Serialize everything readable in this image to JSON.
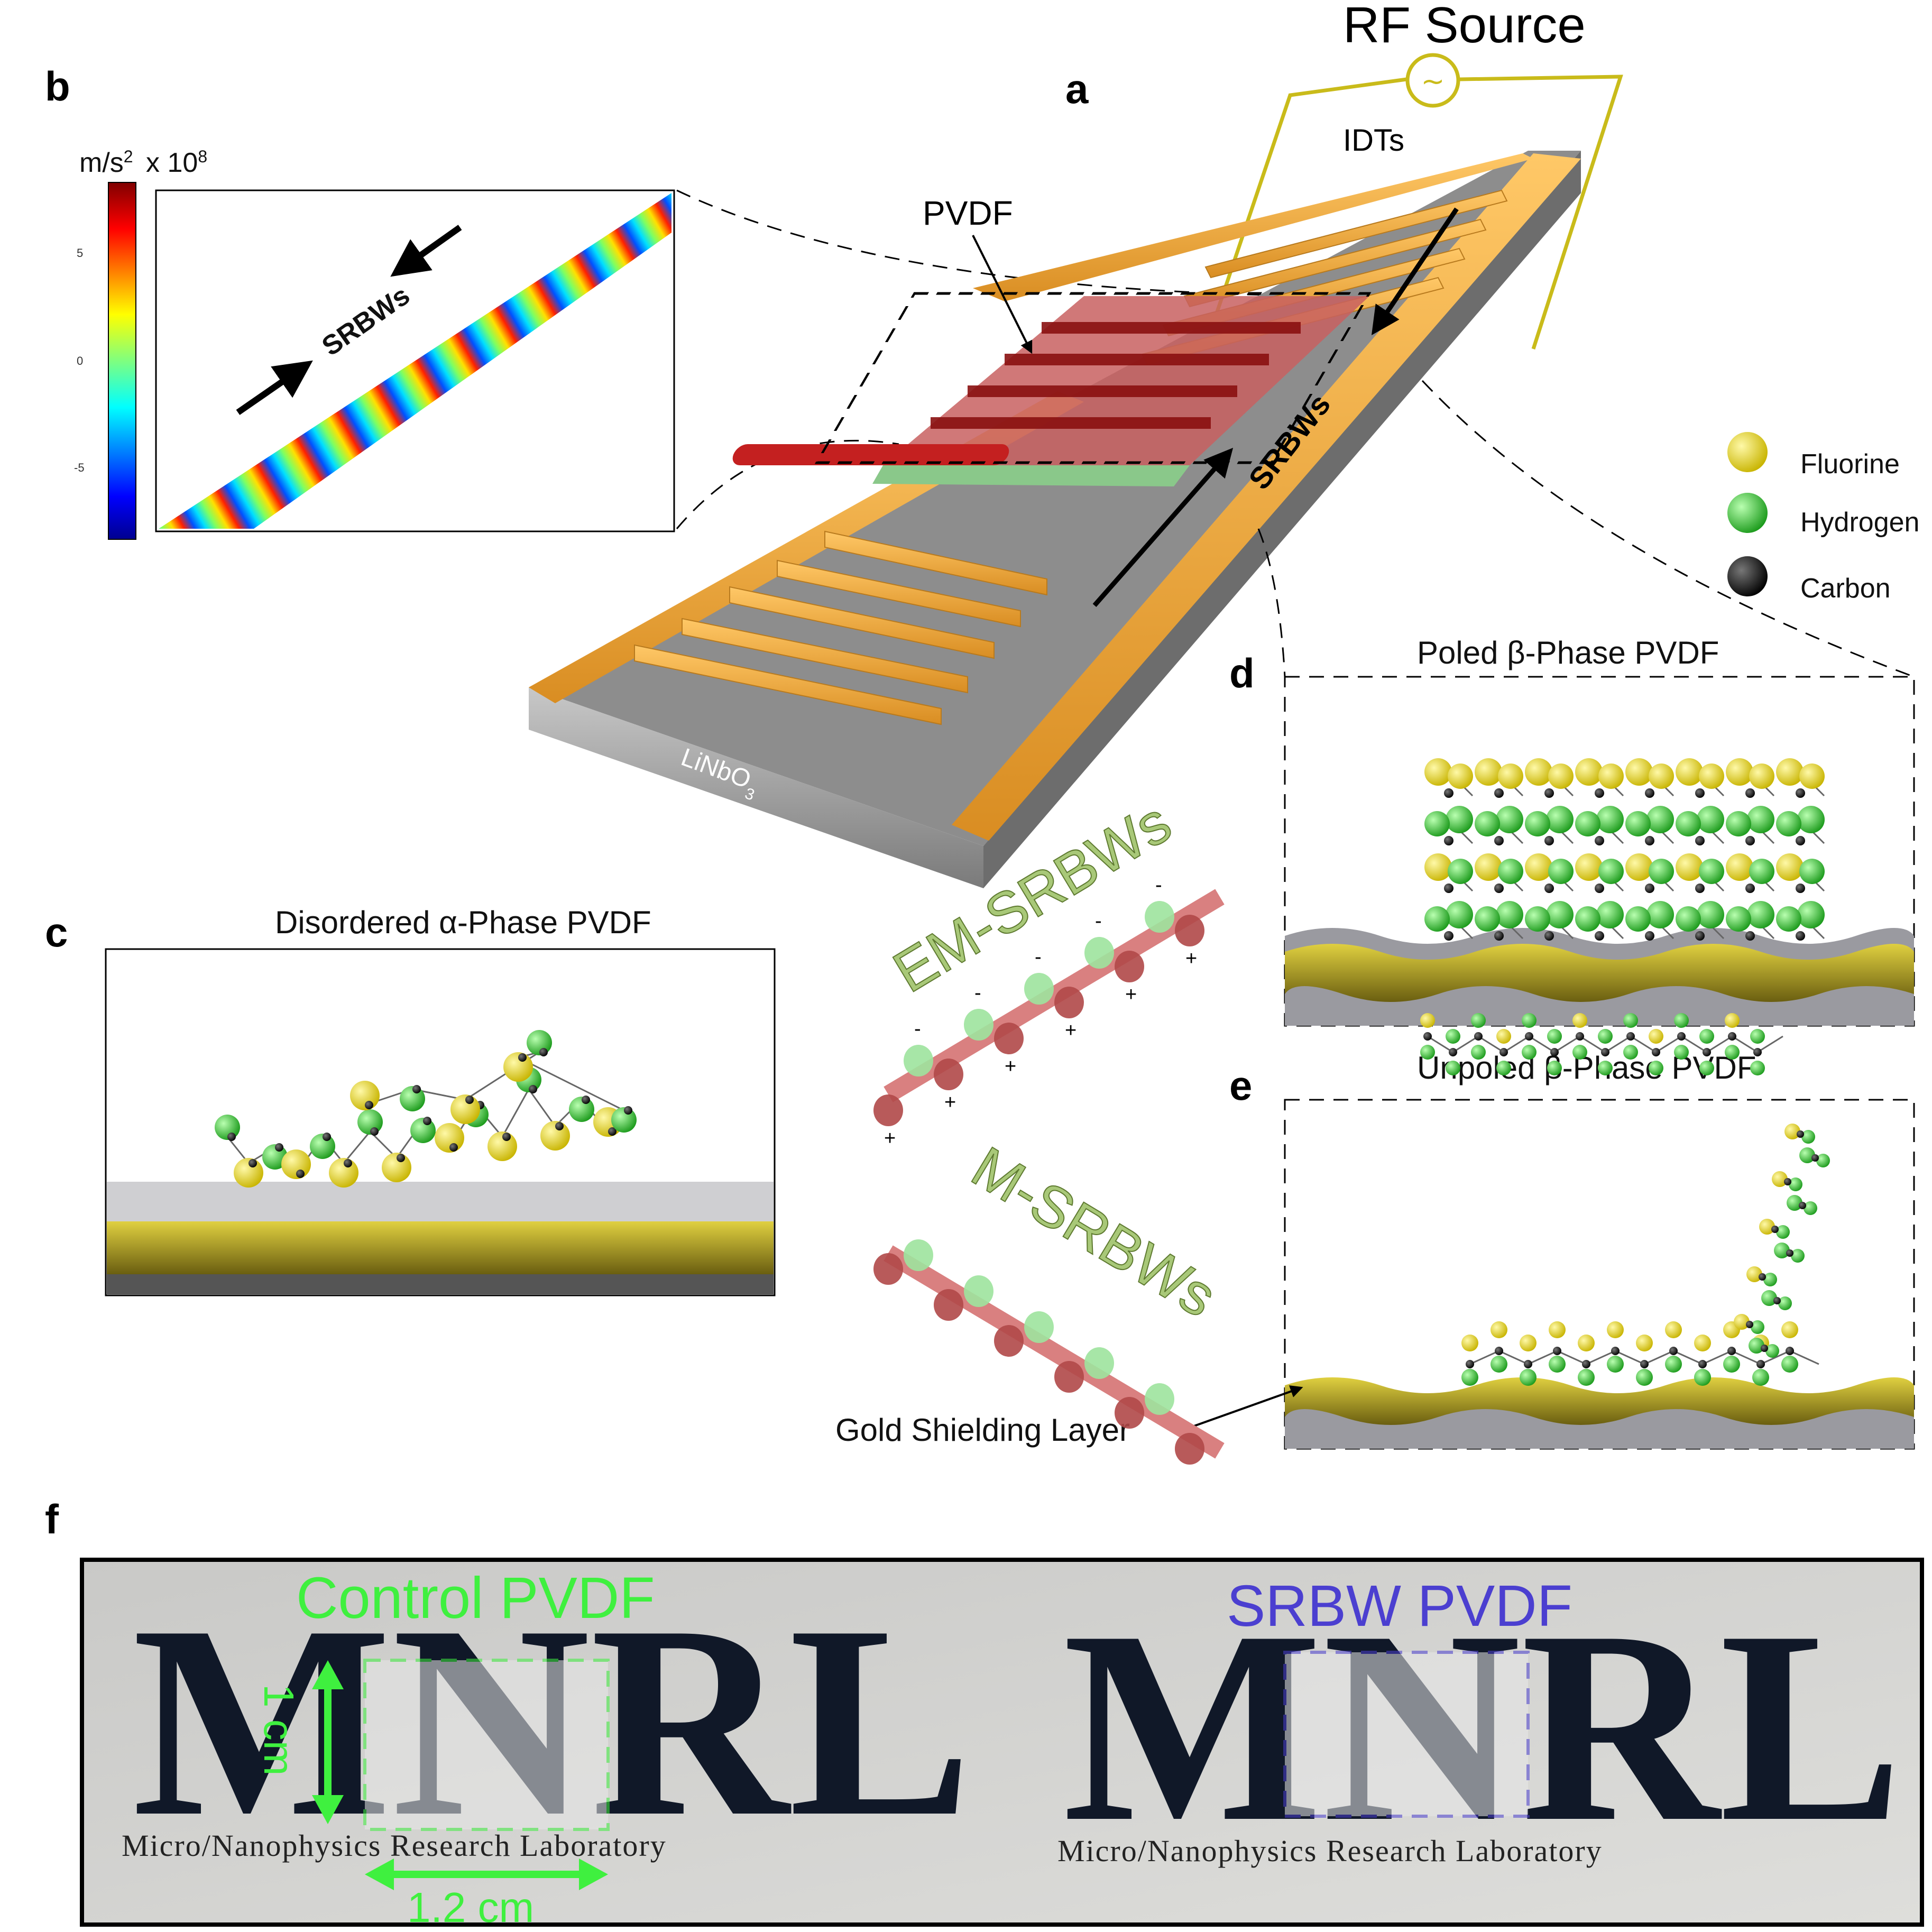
{
  "panels": {
    "a": {
      "letter": "a",
      "rf_source": "RF Source",
      "idts": "IDTs",
      "pvdf": "PVDF",
      "srbws": "SRBWs",
      "substrate": "LiNbO",
      "substrate_sub": "3"
    },
    "b": {
      "letter": "b",
      "unit": "m/s",
      "unit_sup": "2",
      "scale": "x 10",
      "scale_sup": "8",
      "ticks": [
        "5",
        "0",
        "-5"
      ],
      "wave_label": "SRBWs"
    },
    "c": {
      "letter": "c",
      "title": "Disordered α-Phase PVDF"
    },
    "d": {
      "letter": "d",
      "title": "Poled β-Phase PVDF"
    },
    "e": {
      "letter": "e",
      "title": "Unpoled β-Phase PVDF",
      "callout": "Gold Shielding Layer"
    },
    "f": {
      "letter": "f",
      "left_label": "Control PVDF",
      "right_label": "SRBW PVDF",
      "logo": "MNRL",
      "logo_sub": "Micro/Nanophysics Research Laboratory",
      "dim_vertical": "1 cm",
      "dim_horizontal": "1.2 cm"
    }
  },
  "legend": [
    {
      "label": "Fluorine",
      "color": "#e8d21a"
    },
    {
      "label": "Hydrogen",
      "color": "#3fc23f"
    },
    {
      "label": "Carbon",
      "color": "#111111"
    }
  ],
  "waves": {
    "em": "EM-SRBWs",
    "m": "M-SRBWs"
  },
  "colors": {
    "gold": "#f0a63a",
    "gold_dark": "#b87a1e",
    "idt_wire": "#c9bb1a",
    "control": "#3ff03f",
    "srbw": "#4b3fd0",
    "substrate": "#9a9a9a"
  }
}
